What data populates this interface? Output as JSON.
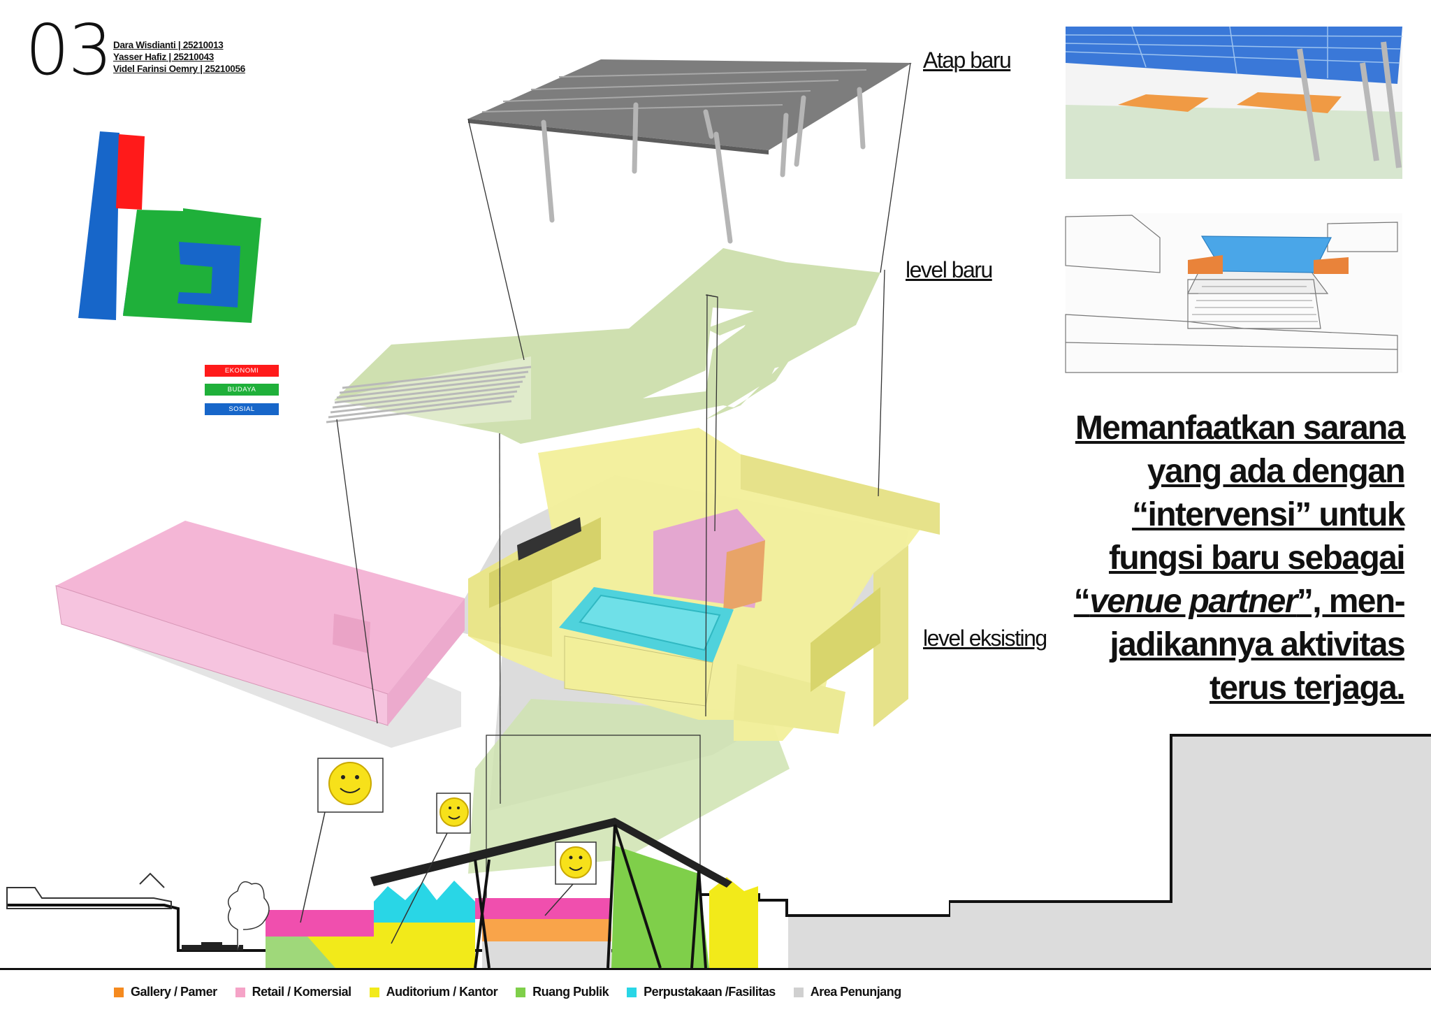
{
  "page_number": "03",
  "authors": [
    "Dara Wisdianti | 25210013",
    "Yasser Hafiz | 25210043",
    "Videl Farinsi Oemry | 25210056"
  ],
  "layer_labels": {
    "roof": "Atap baru",
    "new_level": "level baru",
    "existing_level": "level eksisting"
  },
  "category_tags": [
    {
      "label": "EKONOMI",
      "color": "#ff1a1a"
    },
    {
      "label": "BUDAYA",
      "color": "#1fb03a"
    },
    {
      "label": "SOSIAL",
      "color": "#1766c9"
    }
  ],
  "headline": [
    "Memanfaatkan sarana",
    "yang ada dengan",
    "“intervensi” untuk",
    "fungsi baru sebagai",
    "“venue partner”, men-",
    "jadikannya aktivitas",
    "terus terjaga."
  ],
  "legend": [
    {
      "label": "Gallery / Pamer",
      "color": "#f58a1f"
    },
    {
      "label": "Retail / Komersial",
      "color": "#f5a3c7"
    },
    {
      "label": "Auditorium / Kantor",
      "color": "#f2ea1a"
    },
    {
      "label": "Ruang Publik",
      "color": "#7fcf4a"
    },
    {
      "label": "Perpustakaan /Fasilitas",
      "color": "#29d6e6"
    },
    {
      "label": "Area Penunjang",
      "color": "#d0d0d0"
    }
  ],
  "colors": {
    "roof_gray": "#7a7a7a",
    "new_level_green": "#cfe0b0",
    "existing_yellow": "#f2ef9a",
    "pink": "#f4b6d6",
    "cyan": "#4fd2dc",
    "orange": "#e8a468",
    "ground_gray": "#d9d9d9"
  }
}
